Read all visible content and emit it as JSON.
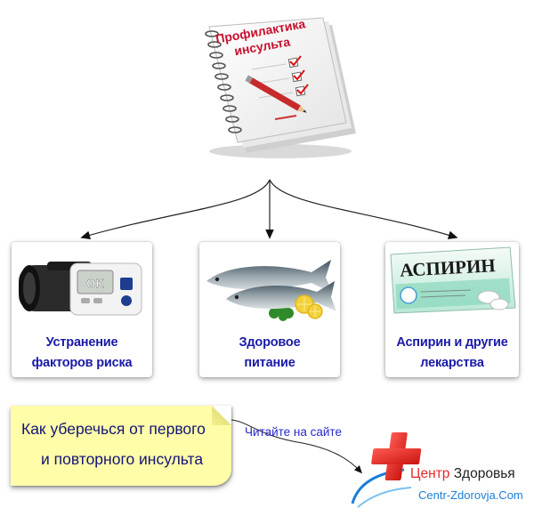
{
  "notebook": {
    "title_line1": "Профилактика",
    "title_line2": "инсульта"
  },
  "cards": [
    {
      "name": "risk-factors",
      "label_line1": "Устранение",
      "label_line2": "факторов риска",
      "device_screen": "OK"
    },
    {
      "name": "healthy-food",
      "label_line1": "Здоровое",
      "label_line2": "питание"
    },
    {
      "name": "aspirin",
      "label_line1": "Аспирин и другие",
      "label_line2": "лекарства",
      "pack_title": "АСПИРИН"
    }
  ],
  "note": {
    "line1": "Как уберечься от первого",
    "line2": "и повторного инсульта"
  },
  "link": {
    "text": "Читайте на сайте"
  },
  "logo": {
    "name_part1": "Центр",
    "name_part2": "Здоровья",
    "url": "Centr-Zdorovja.Com"
  },
  "colors": {
    "label_text": "#1a1aa8",
    "note_bg": "#fffda8",
    "link": "#2828c8",
    "logo_red": "#e8262a",
    "logo_blue": "#1b7fd6"
  }
}
